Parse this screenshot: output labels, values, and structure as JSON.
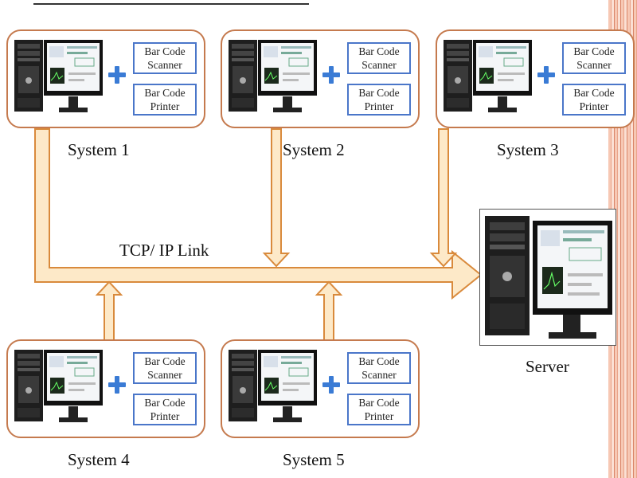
{
  "diagram": {
    "link_label": "TCP/ IP Link",
    "server_label": "Server",
    "systems": [
      {
        "label": "System 1",
        "scanner_line1": "Bar Code",
        "scanner_line2": "Scanner",
        "printer_line1": "Bar Code",
        "printer_line2": "Printer"
      },
      {
        "label": "System 2",
        "scanner_line1": "Bar Code",
        "scanner_line2": "Scanner",
        "printer_line1": "Bar Code",
        "printer_line2": "Printer"
      },
      {
        "label": "System 3",
        "scanner_line1": "Bar Code",
        "scanner_line2": "Scanner",
        "printer_line1": "Bar Code",
        "printer_line2": "Printer"
      },
      {
        "label": "System 4",
        "scanner_line1": "Bar Code",
        "scanner_line2": "Scanner",
        "printer_line1": "Bar Code",
        "printer_line2": "Printer"
      },
      {
        "label": "System 5",
        "scanner_line1": "Bar Code",
        "scanner_line2": "Scanner",
        "printer_line1": "Bar Code",
        "printer_line2": "Printer"
      }
    ],
    "colors": {
      "box_border": "#c57a4e",
      "device_border": "#4a76c9",
      "plus": "#3a7bd5",
      "arrow_fill": "#fde9c8",
      "arrow_stroke": "#d98a3c"
    },
    "icons": [
      "desktop-tower-icon",
      "monitor-icon",
      "plus-icon",
      "server-icon"
    ]
  }
}
